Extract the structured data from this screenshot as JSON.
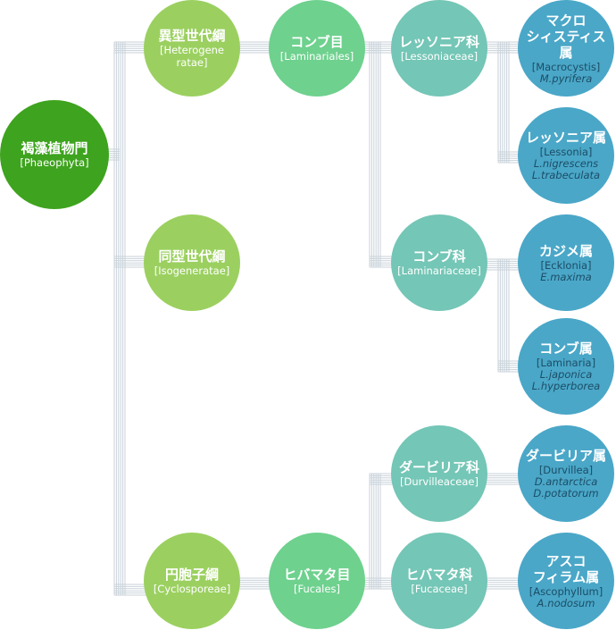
{
  "colors": {
    "root": "#3ea31e",
    "class": "#9bd060",
    "order": "#6ed18e",
    "family": "#74c6b6",
    "genus": "#4aa7c8",
    "connector": "#c8d2da"
  },
  "nodes": {
    "phaeophyta": {
      "ja": "褐藻植物門",
      "la": "[Phaeophyta]"
    },
    "heterogeneratae": {
      "ja": "異型世代綱",
      "la1": "[Heterogene",
      "la2": "ratae]"
    },
    "isogeneratae": {
      "ja": "同型世代綱",
      "la": "[Isogeneratae]"
    },
    "cyclosporeae": {
      "ja": "円胞子綱",
      "la": "[Cyclosporeae]"
    },
    "laminariales": {
      "ja": "コンブ目",
      "la": "[Laminariales]"
    },
    "fucales": {
      "ja": "ヒバマタ目",
      "la": "[Fucales]"
    },
    "lessoniaceae": {
      "ja": "レッソニア科",
      "la": "[Lessoniaceae]"
    },
    "laminariaceae": {
      "ja": "コンブ科",
      "la": "[Laminariaceae]"
    },
    "durvilleaceae": {
      "ja": "ダービリア科",
      "la": "[Durvilleaceae]"
    },
    "fucaceae": {
      "ja": "ヒバマタ科",
      "la": "[Fucaceae]"
    },
    "macrocystis": {
      "ja1": "マクロ",
      "ja2": "シィスティス属",
      "la": "[Macrocystis]",
      "species": [
        "M.pyrifera"
      ]
    },
    "lessonia": {
      "ja": "レッソニア属",
      "la": "[Lessonia]",
      "species": [
        "L.nigrescens",
        "L.trabeculata"
      ]
    },
    "ecklonia": {
      "ja": "カジメ属",
      "la": "[Ecklonia]",
      "species": [
        "E.maxima"
      ]
    },
    "laminaria": {
      "ja": "コンブ属",
      "la": "[Laminaria]",
      "species": [
        "L.japonica",
        "L.hyperborea"
      ]
    },
    "durvillea": {
      "ja": "ダービリア属",
      "la": "[Durvillea]",
      "species": [
        "D.antarctica",
        "D.potatorum"
      ]
    },
    "ascophyllum": {
      "ja1": "アスコ",
      "ja2": "フィラム属",
      "la": "[Ascophyllum]",
      "species": [
        "A.nodosum"
      ]
    }
  }
}
